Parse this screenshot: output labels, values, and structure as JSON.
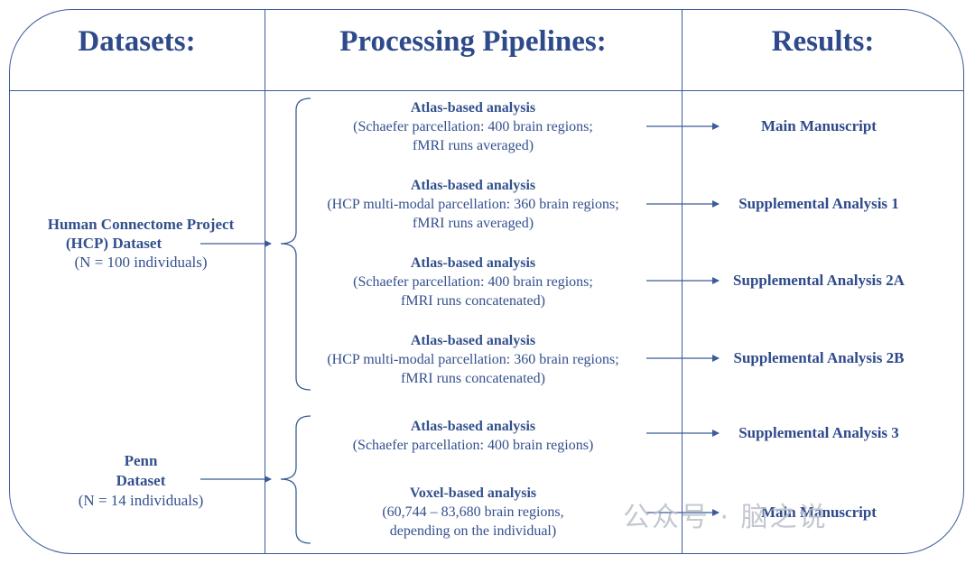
{
  "headers": {
    "datasets": "Datasets:",
    "pipelines": "Processing Pipelines:",
    "results": "Results:"
  },
  "datasets": {
    "hcp": {
      "line1": "Human Connectome Project",
      "line2": "(HCP) Dataset",
      "line3": "(N = 100 individuals)"
    },
    "penn": {
      "line1": "Penn",
      "line2": "Dataset",
      "line3": "(N = 14 individuals)"
    }
  },
  "pipelines": [
    {
      "title": "Atlas-based analysis",
      "line2": "(Schaefer parcellation: 400 brain regions;",
      "line3": "fMRI runs averaged)"
    },
    {
      "title": "Atlas-based analysis",
      "line2": "(HCP multi-modal parcellation: 360 brain regions;",
      "line3": "fMRI runs averaged)"
    },
    {
      "title": "Atlas-based analysis",
      "line2": "(Schaefer parcellation: 400 brain regions;",
      "line3": "fMRI runs concatenated)"
    },
    {
      "title": "Atlas-based analysis",
      "line2": "(HCP multi-modal parcellation: 360 brain regions;",
      "line3": "fMRI runs concatenated)"
    },
    {
      "title": "Atlas-based analysis",
      "line2": "(Schaefer parcellation: 400 brain regions)",
      "line3": ""
    },
    {
      "title": "Voxel-based analysis",
      "line2": "(60,744 – 83,680 brain regions,",
      "line3": "depending on the individual)"
    }
  ],
  "results": [
    "Main Manuscript",
    "Supplemental Analysis 1",
    "Supplemental Analysis 2A",
    "Supplemental Analysis 2B",
    "Supplemental Analysis 3",
    "Main Manuscript"
  ],
  "watermark": "公众号 · 脑之说",
  "colors": {
    "primary": "#2e4a8a",
    "border": "#3b5b9a",
    "watermark": "#b9bfc9"
  }
}
